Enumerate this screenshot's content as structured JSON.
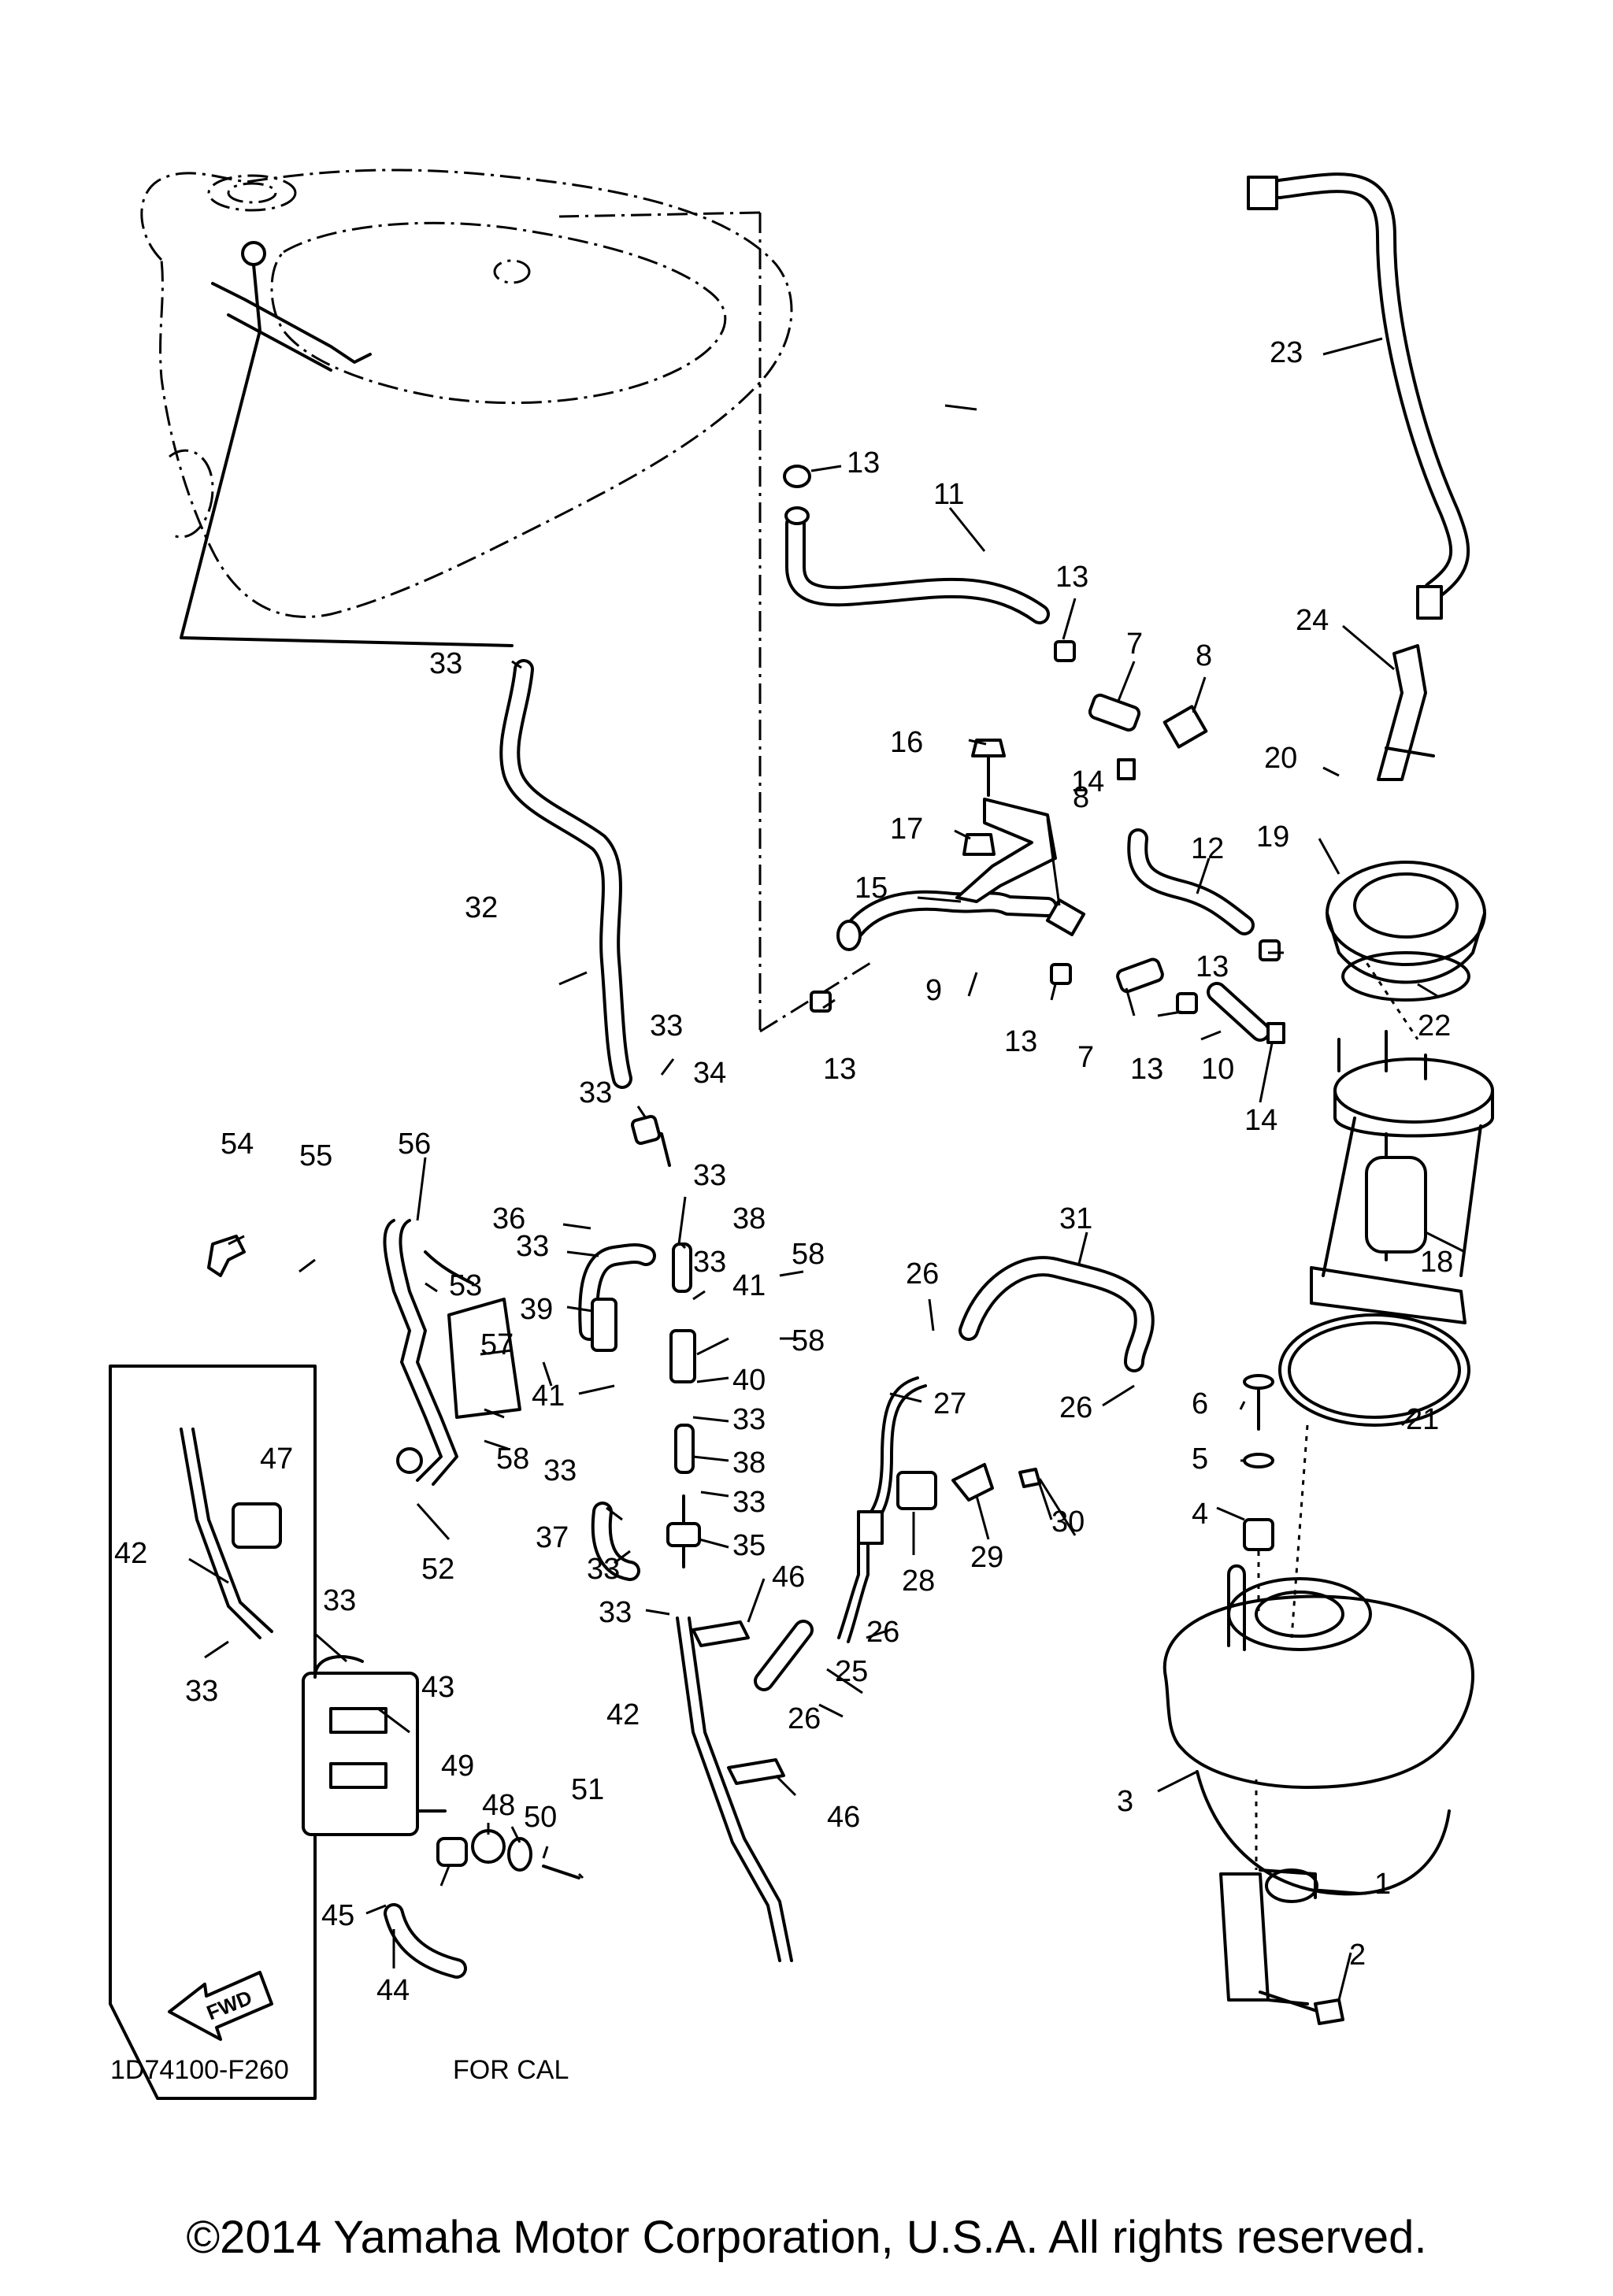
{
  "diagram": {
    "part_code": "1D74100-F260",
    "inset_label": "FOR CAL",
    "direction_label": "FWD",
    "copyright": "©2014 Yamaha Motor Corporation, U.S.A. All rights reserved."
  },
  "callouts": [
    {
      "id": "c1",
      "text": "1"
    },
    {
      "id": "c2",
      "text": "2"
    },
    {
      "id": "c3",
      "text": "3"
    },
    {
      "id": "c4",
      "text": "4"
    },
    {
      "id": "c5",
      "text": "5"
    },
    {
      "id": "c6",
      "text": "6"
    },
    {
      "id": "c7a",
      "text": "7"
    },
    {
      "id": "c7b",
      "text": "7"
    },
    {
      "id": "c8a",
      "text": "8"
    },
    {
      "id": "c8b",
      "text": "8"
    },
    {
      "id": "c9",
      "text": "9"
    },
    {
      "id": "c10",
      "text": "10"
    },
    {
      "id": "c11",
      "text": "11"
    },
    {
      "id": "c12",
      "text": "12"
    },
    {
      "id": "c13a",
      "text": "13"
    },
    {
      "id": "c13b",
      "text": "13"
    },
    {
      "id": "c13c",
      "text": "13"
    },
    {
      "id": "c13d",
      "text": "13"
    },
    {
      "id": "c13e",
      "text": "13"
    },
    {
      "id": "c13f",
      "text": "13"
    },
    {
      "id": "c14a",
      "text": "14"
    },
    {
      "id": "c14b",
      "text": "14"
    },
    {
      "id": "c15",
      "text": "15"
    },
    {
      "id": "c16",
      "text": "16"
    },
    {
      "id": "c17",
      "text": "17"
    },
    {
      "id": "c18",
      "text": "18"
    },
    {
      "id": "c19",
      "text": "19"
    },
    {
      "id": "c20",
      "text": "20"
    },
    {
      "id": "c21",
      "text": "21"
    },
    {
      "id": "c22",
      "text": "22"
    },
    {
      "id": "c23",
      "text": "23"
    },
    {
      "id": "c24",
      "text": "24"
    },
    {
      "id": "c25",
      "text": "25"
    },
    {
      "id": "c26a",
      "text": "26"
    },
    {
      "id": "c26b",
      "text": "26"
    },
    {
      "id": "c26c",
      "text": "26"
    },
    {
      "id": "c26d",
      "text": "26"
    },
    {
      "id": "c27",
      "text": "27"
    },
    {
      "id": "c28",
      "text": "28"
    },
    {
      "id": "c29",
      "text": "29"
    },
    {
      "id": "c30",
      "text": "30"
    },
    {
      "id": "c31",
      "text": "31"
    },
    {
      "id": "c32",
      "text": "32"
    },
    {
      "id": "c33a",
      "text": "33"
    },
    {
      "id": "c33b",
      "text": "33"
    },
    {
      "id": "c33c",
      "text": "33"
    },
    {
      "id": "c33d",
      "text": "33"
    },
    {
      "id": "c33e",
      "text": "33"
    },
    {
      "id": "c33f",
      "text": "33"
    },
    {
      "id": "c33g",
      "text": "33"
    },
    {
      "id": "c33h",
      "text": "33"
    },
    {
      "id": "c33i",
      "text": "33"
    },
    {
      "id": "c33j",
      "text": "33"
    },
    {
      "id": "c33k",
      "text": "33"
    },
    {
      "id": "c33l",
      "text": "33"
    },
    {
      "id": "c33m",
      "text": "33"
    },
    {
      "id": "c34",
      "text": "34"
    },
    {
      "id": "c35",
      "text": "35"
    },
    {
      "id": "c36",
      "text": "36"
    },
    {
      "id": "c37",
      "text": "37"
    },
    {
      "id": "c38a",
      "text": "38"
    },
    {
      "id": "c38b",
      "text": "38"
    },
    {
      "id": "c39",
      "text": "39"
    },
    {
      "id": "c40",
      "text": "40"
    },
    {
      "id": "c41a",
      "text": "41"
    },
    {
      "id": "c41b",
      "text": "41"
    },
    {
      "id": "c42a",
      "text": "42"
    },
    {
      "id": "c42b",
      "text": "42"
    },
    {
      "id": "c43",
      "text": "43"
    },
    {
      "id": "c44",
      "text": "44"
    },
    {
      "id": "c45",
      "text": "45"
    },
    {
      "id": "c46a",
      "text": "46"
    },
    {
      "id": "c46b",
      "text": "46"
    },
    {
      "id": "c47",
      "text": "47"
    },
    {
      "id": "c48",
      "text": "48"
    },
    {
      "id": "c49",
      "text": "49"
    },
    {
      "id": "c50",
      "text": "50"
    },
    {
      "id": "c51",
      "text": "51"
    },
    {
      "id": "c52",
      "text": "52"
    },
    {
      "id": "c53",
      "text": "53"
    },
    {
      "id": "c54",
      "text": "54"
    },
    {
      "id": "c55",
      "text": "55"
    },
    {
      "id": "c56",
      "text": "56"
    },
    {
      "id": "c57",
      "text": "57"
    },
    {
      "id": "c58a",
      "text": "58"
    },
    {
      "id": "c58b",
      "text": "58"
    },
    {
      "id": "c58c",
      "text": "58"
    }
  ]
}
